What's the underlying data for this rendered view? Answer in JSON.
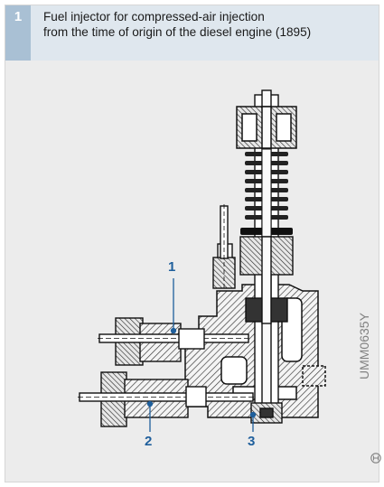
{
  "figure": {
    "number": "1",
    "caption_lines": [
      "Fuel injector for compressed-air injection",
      "from the time of origin of the diesel engine (1895)"
    ],
    "callouts": {
      "one": "1",
      "two": "2",
      "three": "3"
    },
    "image_code": "UMM0635Y",
    "code_icon": "bosch-logo-icon",
    "colors": {
      "header_bg": "#dfe7ee",
      "number_box": "#a9c0d4",
      "callout": "#1f5f9c",
      "panel_bg": "#ececec"
    }
  }
}
